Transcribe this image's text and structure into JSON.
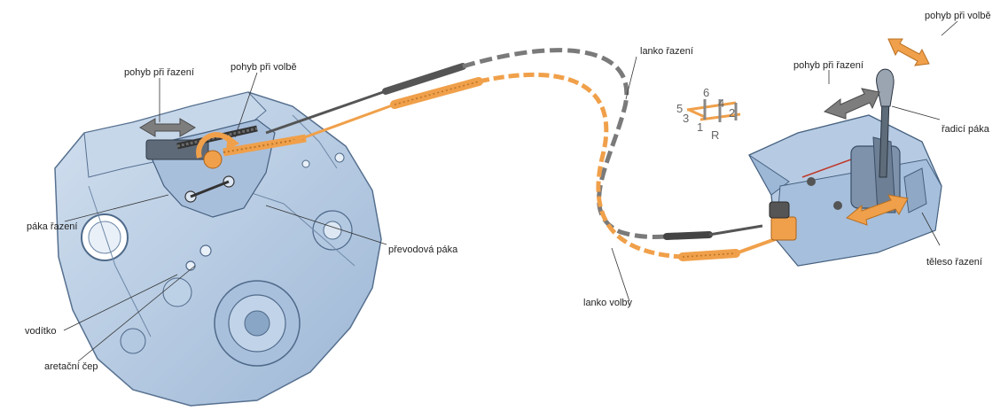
{
  "labels": {
    "shift_motion_left": "pohyb při řazení",
    "select_motion_left": "pohyb při volbě",
    "shift_cable": "lanko řazení",
    "select_motion_right": "pohyb při volbě",
    "shift_motion_right": "pohyb při řazení",
    "shift_lever": "řadicí páka",
    "shift_arm": "páka řazení",
    "transfer_lever": "převodová páka",
    "select_cable": "lanko volby",
    "shifter_body": "těleso řazení",
    "guide": "vodítko",
    "detent_pin": "aretační čep"
  },
  "gear_pattern": {
    "g1": "1",
    "g2": "2",
    "g3": "3",
    "g4": "4",
    "g5": "5",
    "g6": "6",
    "gR": "R"
  },
  "colors": {
    "housing": "#b9cde3",
    "housing_dark": "#8aa6c6",
    "orange": "#f0a04a",
    "cable_gray": "#777777",
    "arrow_gray": "#7d7d7d"
  }
}
